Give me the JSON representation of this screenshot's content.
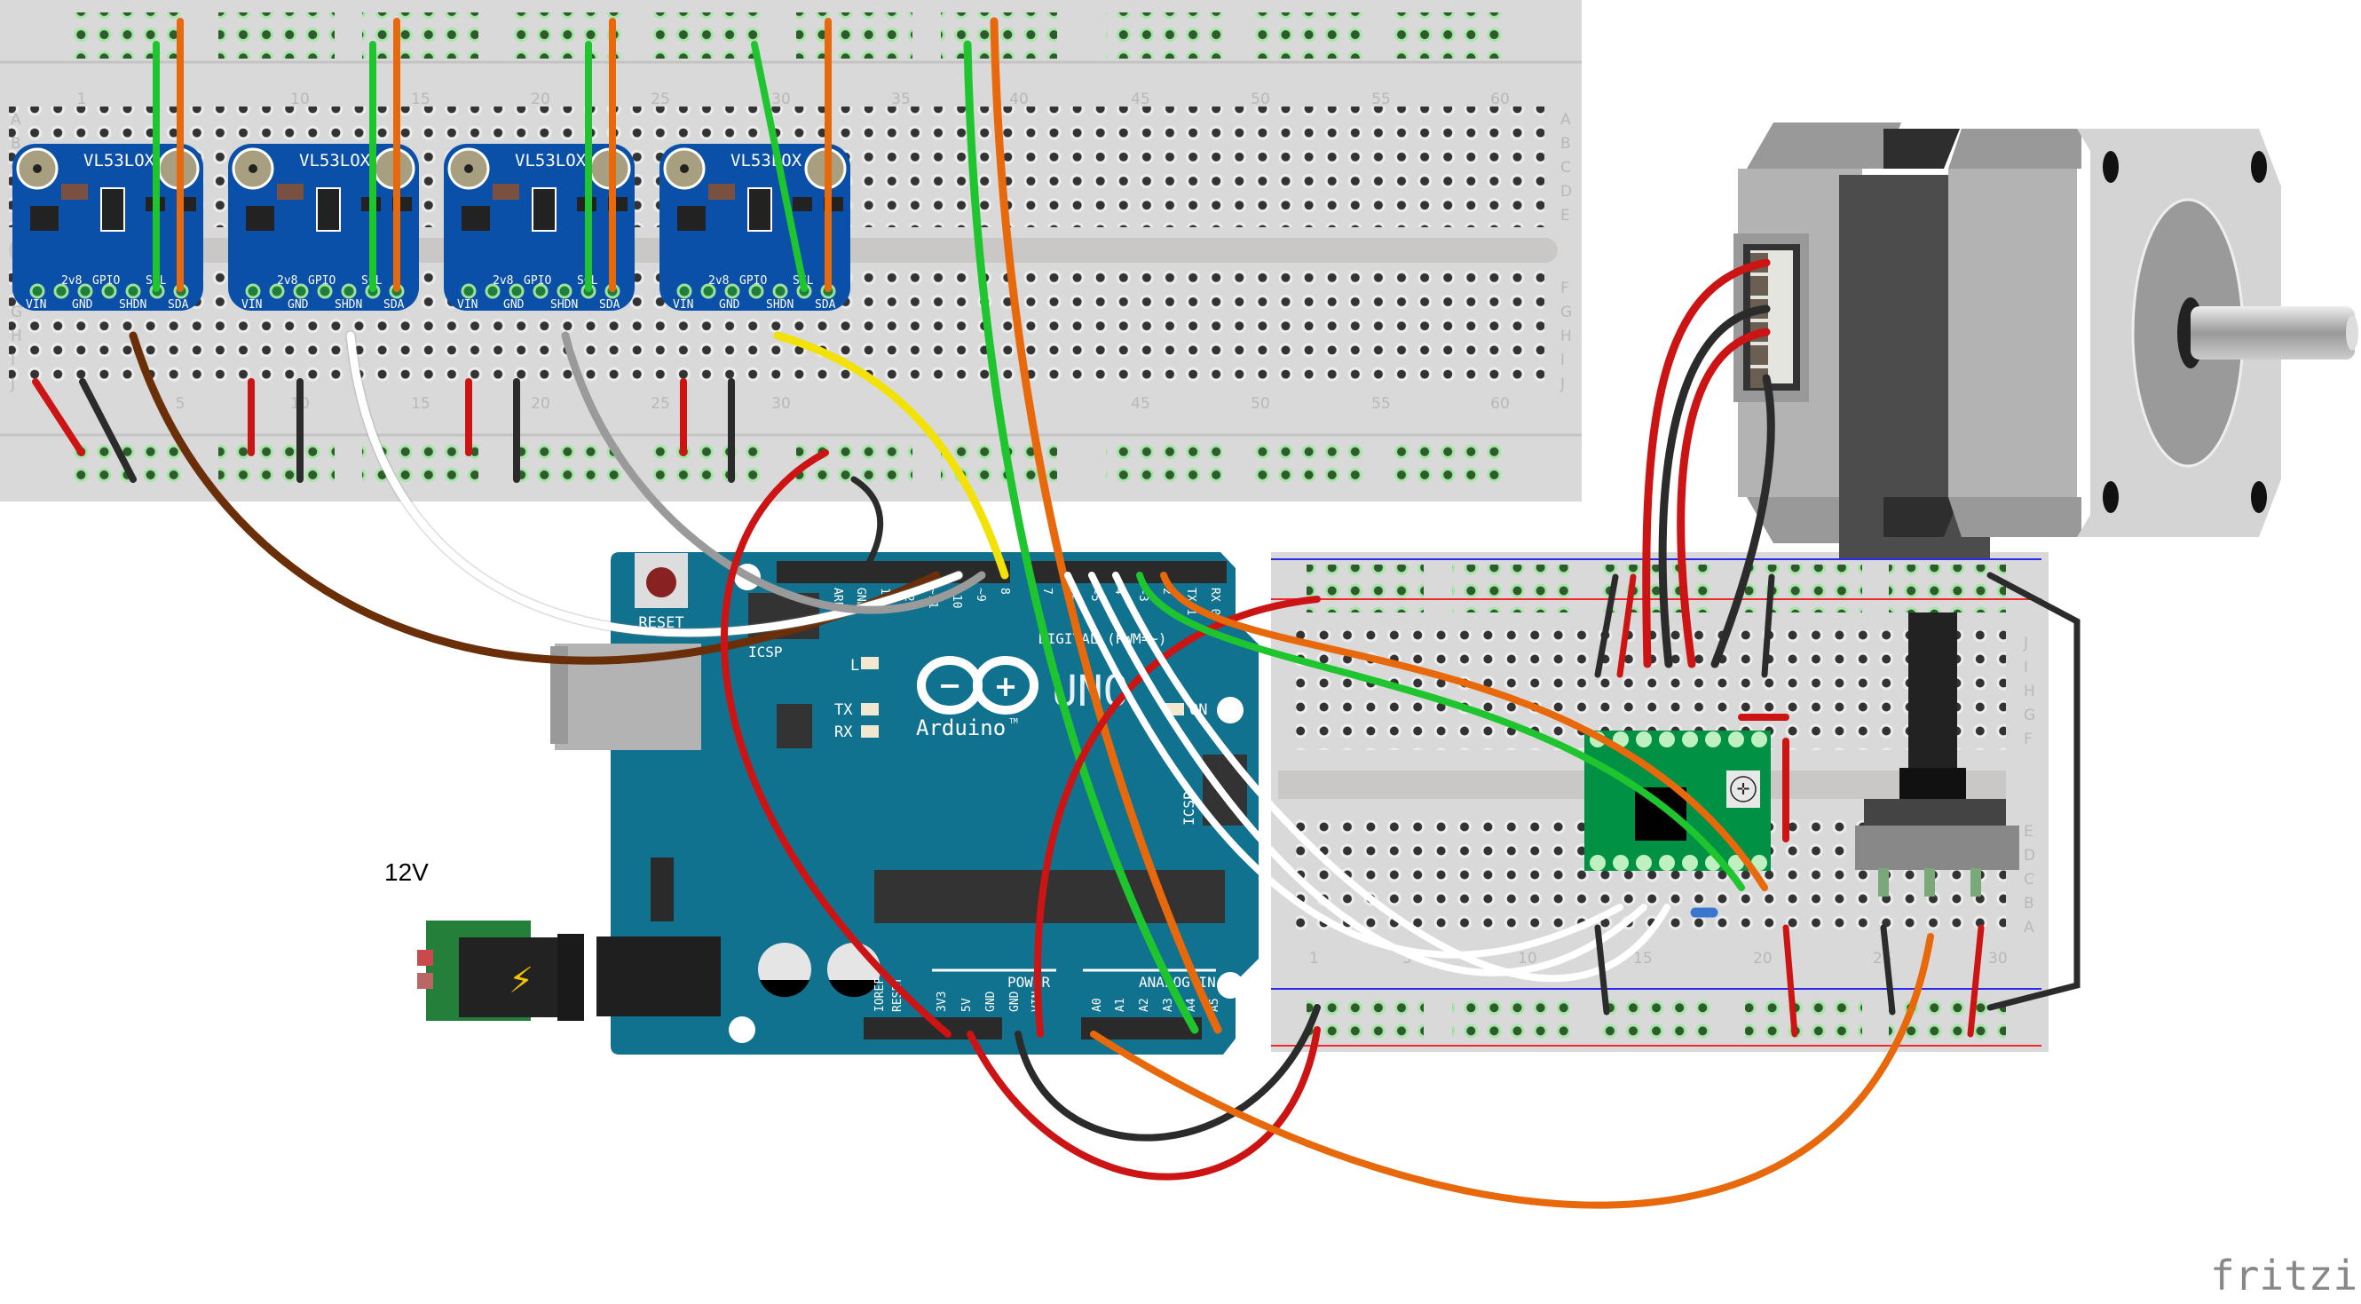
{
  "app": {
    "watermark": "fritzing"
  },
  "power": {
    "label": "12V"
  },
  "top_breadboard": {
    "column_numbers": [
      "1",
      "10",
      "15",
      "20",
      "25",
      "30",
      "35",
      "40",
      "45",
      "50",
      "55",
      "60"
    ],
    "column_numbers_bottom": [
      "5",
      "10",
      "15",
      "20",
      "25",
      "30",
      "45",
      "50",
      "55",
      "60"
    ],
    "row_letters_top": [
      "A",
      "B",
      "C",
      "D",
      "E"
    ],
    "row_letters_bottom": [
      "F",
      "G",
      "H",
      "I",
      "J"
    ]
  },
  "sensors": [
    {
      "title": "VL53LOX",
      "pins_top": [
        "2v8",
        "GPIO",
        "SCL"
      ],
      "pins_bottom": [
        "VIN",
        "GND",
        "SHDN",
        "SDA"
      ]
    },
    {
      "title": "VL53LOX",
      "pins_top": [
        "2v8",
        "GPIO",
        "SCL"
      ],
      "pins_bottom": [
        "VIN",
        "GND",
        "SHDN",
        "SDA"
      ]
    },
    {
      "title": "VL53LOX",
      "pins_top": [
        "2v8",
        "GPIO",
        "SCL"
      ],
      "pins_bottom": [
        "VIN",
        "GND",
        "SHDN",
        "SDA"
      ]
    },
    {
      "title": "VL53LOX",
      "pins_top": [
        "2v8",
        "GPIO",
        "SCL"
      ],
      "pins_bottom": [
        "VIN",
        "GND",
        "SHDN",
        "SDA"
      ]
    }
  ],
  "arduino": {
    "brand": "Arduino",
    "tm": "TM",
    "model": "UNO",
    "reset": "RESET",
    "icsp": "ICSP",
    "icsp2": "ICSP",
    "led_l": "L",
    "led_tx": "TX",
    "led_rx": "RX",
    "led_on": "ON",
    "digital_label": "DIGITAL (PWM=~)",
    "power_label": "POWER",
    "analog_label": "ANALOG IN",
    "digital_pins": [
      "AREF",
      "GND",
      "13",
      "12",
      "~11",
      "~10",
      "~9",
      "8",
      "7",
      "~6",
      "~5",
      "4",
      "~3",
      "2",
      "TX 1",
      "RX 0"
    ],
    "power_pins": [
      "IOREF",
      "RESET",
      "3V3",
      "5V",
      "GND",
      "GND",
      "VIN"
    ],
    "analog_pins": [
      "A0",
      "A1",
      "A2",
      "A3",
      "A4",
      "A5"
    ]
  },
  "bottom_breadboard": {
    "column_numbers": [
      "1",
      "5",
      "10",
      "15",
      "20",
      "25",
      "30"
    ],
    "row_letters": [
      "J",
      "I",
      "H",
      "G",
      "F",
      "E",
      "D",
      "C",
      "B",
      "A"
    ]
  },
  "colors": {
    "breadboard": "#d9d9d9",
    "arduino": "#11728f",
    "sensor": "#0a4fa8",
    "driver": "#009145",
    "wire_red": "#cc1414",
    "wire_black": "#2b2b2b",
    "wire_green": "#1fc52e",
    "wire_orange": "#e8680c",
    "wire_white": "#ffffff",
    "wire_gray": "#9a9a9a",
    "wire_brown": "#6a2e08",
    "wire_yellow": "#f2e20a"
  }
}
